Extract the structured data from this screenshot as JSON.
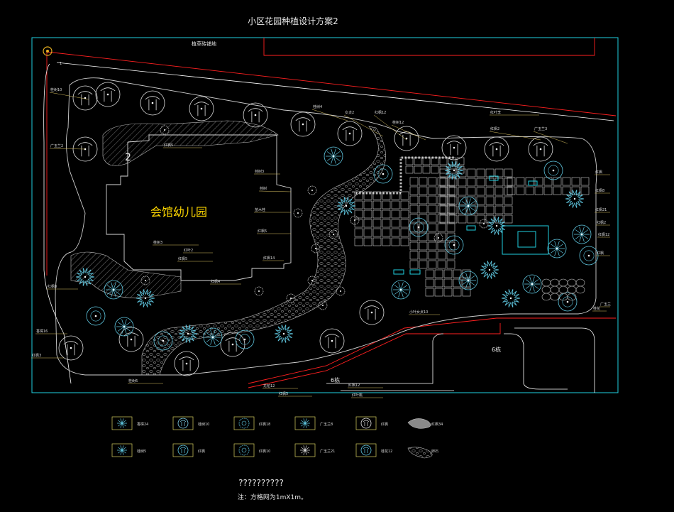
{
  "title": "小区花园种植设计方案2",
  "top_road_label": "植草砖铺地",
  "building": {
    "name": "会馆幼儿园",
    "number": "2"
  },
  "gate_labels": [
    "6栋",
    "6栋"
  ],
  "plant_labels": [
    "桂树10",
    "广玉兰2",
    "红枫5",
    "桂树4",
    "女贞2",
    "红枫12",
    "桂树12",
    "红叶李",
    "红枫2",
    "广玉兰3",
    "桂树3",
    "桂树",
    "苗木桂",
    "红枫5",
    "红枫14",
    "桂树3",
    "红叶2",
    "红枫5",
    "红枫4",
    "红枫8",
    "香樟16",
    "红枫3",
    "桂树6",
    "龙柏12",
    "红枫5",
    "红枫12",
    "红叶桃",
    "小叶女贞10",
    "桂花",
    "红枫",
    "红枫21",
    "红枫2",
    "红枫12",
    "红枫",
    "广玉兰",
    "红枫8"
  ],
  "legend": [
    {
      "label": "香樟24",
      "symbol": "tree-a",
      "color": "#5fc7e0"
    },
    {
      "label": "桂树10",
      "symbol": "tree-b",
      "color": "#7fd0e8"
    },
    {
      "label": "红枫18",
      "symbol": "tree-c",
      "color": "#5fc7e0"
    },
    {
      "label": "广玉兰8",
      "symbol": "tree-d",
      "color": "#5fc7e0"
    },
    {
      "label": "红枫",
      "symbol": "tree-e",
      "color": "#e0e0e0"
    },
    {
      "label": "红枫34",
      "symbol": "stone",
      "color": "#bfbfbf"
    },
    {
      "label": "桂树5",
      "symbol": "tree-f",
      "color": "#5fc7e0"
    },
    {
      "label": "红枫",
      "symbol": "tree-g",
      "color": "#5fc7e0"
    },
    {
      "label": "红枫10",
      "symbol": "tree-h",
      "color": "#5fc7e0"
    },
    {
      "label": "广玉兰21",
      "symbol": "tree-i",
      "color": "#d8d8d8"
    },
    {
      "label": "桂花12",
      "symbol": "tree-j",
      "color": "#5fc7e0"
    },
    {
      "label": "卵石 ",
      "symbol": "pebble",
      "color": "#bfbfbf"
    }
  ],
  "footer_title": "??????????",
  "footer_note": "注：方格网为1mX1m。",
  "colors": {
    "frame": "#1fd0e0",
    "wall": "#ff2020",
    "road": "#ffffff",
    "tree": "#5fc7e0",
    "leader": "#d8c060",
    "building_text": "#ffd800",
    "grid": "#d0d0d0"
  }
}
